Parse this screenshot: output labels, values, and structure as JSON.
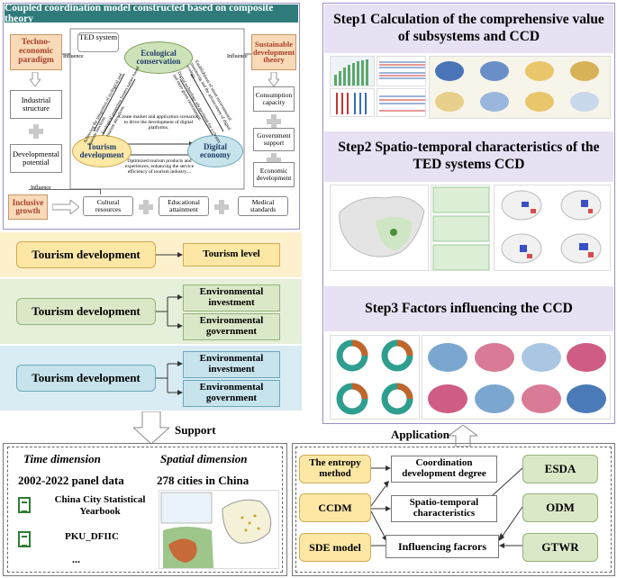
{
  "top_left": {
    "title": "Coupled coordination model constructed based on composite theory",
    "paradigm": "Techno-economic paradigm",
    "industrial_structure": "Industrial structure",
    "developmental_potential": "Developmental potential",
    "ted_system": "TED system",
    "ecological": "Ecological conservation",
    "tourism": "Tourism development",
    "digital": "Digital economy",
    "sustainable": "Sustainable development theory",
    "consumption": "Consumption capacity",
    "government_support": "Government support",
    "economic_development": "Economic development",
    "influence_left": "Influence",
    "influence_right": "Influence",
    "influence_bottom": "Influence",
    "inclusive": "Inclusive growth",
    "cultural": "Cultural resources",
    "educational": "Educational attainment",
    "medical": "Medical standards",
    "label_t_d_1": "Create market and application scenarios to drive the development of digital platforms.",
    "label_t_d_2": "Optimized tourism products and experiences, enhancing the service efficiency of tourism industry....",
    "label_e_t_1": "Achieving the integration of ecological and tourism functions.",
    "label_e_t_2": "Ecological protection fosters nature-based tourism attractions.",
    "label_e_d_1": "Establishment of smart environmental monitoring and the advancement of digital ecology...",
    "label_e_d_2": "Digital technology advancement for a cleaner and more green environment."
  },
  "pathways": [
    {
      "left": "Tourism development",
      "right": [
        "Tourism level"
      ]
    },
    {
      "left": "Tourism development",
      "right": [
        "Environmental investment",
        "Environmental government"
      ]
    },
    {
      "left": "Tourism development",
      "right": [
        "Environmental investment",
        "Environmental government"
      ]
    }
  ],
  "steps": {
    "step1": "Step1 Calculation of the comprehensive value of subsystems and CCD",
    "step2": "Step2 Spatio-temporal characteristics of the TED systems CCD",
    "step3": "Step3 Factors influencing the CCD"
  },
  "arrows": {
    "support": "Support",
    "application": "Application"
  },
  "bottom": {
    "time_title": "Time dimension",
    "panel": "2002-2022 panel data",
    "yearbook": "China City Statistical Yearbook",
    "pku": "PKU_DFIIC",
    "ellipsis": "...",
    "spatial_title": "Spatial dimension",
    "cities": "278 cities in China",
    "methods_left": [
      "The entropy method",
      "CCDM",
      "SDE model"
    ],
    "results": [
      "Coordination development degree",
      "Spatio-temporal characteristics",
      "Influencing facrors"
    ],
    "methods_right": [
      "ESDA",
      "ODM",
      "GTWR"
    ]
  },
  "colors": {
    "purple_frame": "#8e7cc3",
    "title_bar": "#2f7b7b",
    "yellow": "#fdeab0",
    "green": "#dbe8c8",
    "blue": "#c7e3ec",
    "lavender": "#e8e0f3"
  }
}
